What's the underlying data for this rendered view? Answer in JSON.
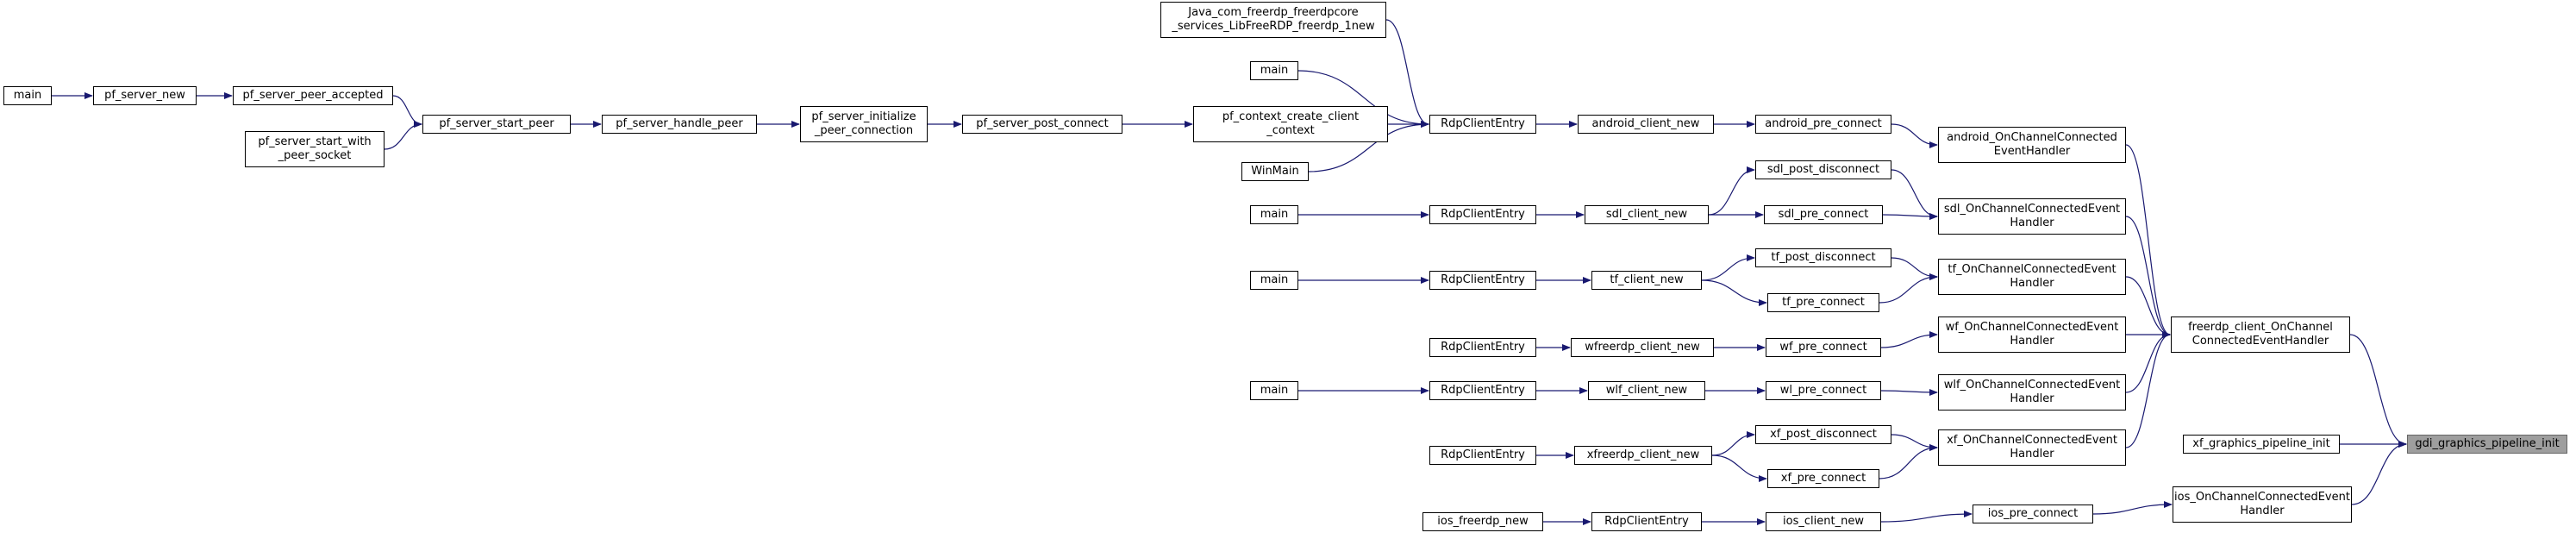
{
  "colors": {
    "edge": "#191970",
    "root_fill": "#9e9e9e",
    "node_border": "#000000"
  },
  "nodes": [
    {
      "id": "root",
      "lines": [
        "gdi_graphics_pipeline_init"
      ]
    },
    {
      "id": "freerdp",
      "lines": [
        "freerdp_client_OnChannel",
        "ConnectedEventHandler"
      ]
    },
    {
      "id": "xf_gpi",
      "lines": [
        "xf_graphics_pipeline_init"
      ]
    },
    {
      "id": "ios_occ",
      "lines": [
        "ios_OnChannelConnectedEvent",
        "Handler"
      ]
    },
    {
      "id": "android_occ",
      "lines": [
        "android_OnChannelConnected",
        "EventHandler"
      ]
    },
    {
      "id": "sdl_occ",
      "lines": [
        "sdl_OnChannelConnectedEvent",
        "Handler"
      ]
    },
    {
      "id": "tf_occ",
      "lines": [
        "tf_OnChannelConnectedEvent",
        "Handler"
      ]
    },
    {
      "id": "wf_occ",
      "lines": [
        "wf_OnChannelConnectedEvent",
        "Handler"
      ]
    },
    {
      "id": "wlf_occ",
      "lines": [
        "wlf_OnChannelConnectedEvent",
        "Handler"
      ]
    },
    {
      "id": "xf_occ",
      "lines": [
        "xf_OnChannelConnectedEvent",
        "Handler"
      ]
    },
    {
      "id": "android_pre",
      "lines": [
        "android_pre_connect"
      ]
    },
    {
      "id": "android_new",
      "lines": [
        "android_client_new"
      ]
    },
    {
      "id": "rce_android",
      "lines": [
        "RdpClientEntry"
      ]
    },
    {
      "id": "java",
      "lines": [
        "Java_com_freerdp_freerdpcore",
        "_services_LibFreeRDP_freerdp_1new"
      ]
    },
    {
      "id": "main_a",
      "lines": [
        "main"
      ]
    },
    {
      "id": "pf_ctx",
      "lines": [
        "pf_context_create_client",
        "_context"
      ]
    },
    {
      "id": "winmain",
      "lines": [
        "WinMain"
      ]
    },
    {
      "id": "pf_post",
      "lines": [
        "pf_server_post_connect"
      ]
    },
    {
      "id": "pf_init",
      "lines": [
        "pf_server_initialize",
        "_peer_connection"
      ]
    },
    {
      "id": "pf_handle",
      "lines": [
        "pf_server_handle_peer"
      ]
    },
    {
      "id": "pf_start",
      "lines": [
        "pf_server_start_peer"
      ]
    },
    {
      "id": "pf_accepted",
      "lines": [
        "pf_server_peer_accepted"
      ]
    },
    {
      "id": "pf_socket",
      "lines": [
        "pf_server_start_with",
        "_peer_socket"
      ]
    },
    {
      "id": "pf_new",
      "lines": [
        "pf_server_new"
      ]
    },
    {
      "id": "main_pf",
      "lines": [
        "main"
      ]
    },
    {
      "id": "sdl_postd",
      "lines": [
        "sdl_post_disconnect"
      ]
    },
    {
      "id": "sdl_pre",
      "lines": [
        "sdl_pre_connect"
      ]
    },
    {
      "id": "sdl_new",
      "lines": [
        "sdl_client_new"
      ]
    },
    {
      "id": "rce_sdl",
      "lines": [
        "RdpClientEntry"
      ]
    },
    {
      "id": "main_sdl",
      "lines": [
        "main"
      ]
    },
    {
      "id": "tf_postd",
      "lines": [
        "tf_post_disconnect"
      ]
    },
    {
      "id": "tf_pre",
      "lines": [
        "tf_pre_connect"
      ]
    },
    {
      "id": "tf_new",
      "lines": [
        "tf_client_new"
      ]
    },
    {
      "id": "rce_tf",
      "lines": [
        "RdpClientEntry"
      ]
    },
    {
      "id": "main_tf",
      "lines": [
        "main"
      ]
    },
    {
      "id": "wf_pre",
      "lines": [
        "wf_pre_connect"
      ]
    },
    {
      "id": "wfreerdp_new",
      "lines": [
        "wfreerdp_client_new"
      ]
    },
    {
      "id": "rce_wf",
      "lines": [
        "RdpClientEntry"
      ]
    },
    {
      "id": "wl_pre",
      "lines": [
        "wl_pre_connect"
      ]
    },
    {
      "id": "wlf_new",
      "lines": [
        "wlf_client_new"
      ]
    },
    {
      "id": "rce_wlf",
      "lines": [
        "RdpClientEntry"
      ]
    },
    {
      "id": "main_wlf",
      "lines": [
        "main"
      ]
    },
    {
      "id": "xf_postd",
      "lines": [
        "xf_post_disconnect"
      ]
    },
    {
      "id": "xf_pre",
      "lines": [
        "xf_pre_connect"
      ]
    },
    {
      "id": "xfreerdp_new",
      "lines": [
        "xfreerdp_client_new"
      ]
    },
    {
      "id": "rce_xf",
      "lines": [
        "RdpClientEntry"
      ]
    },
    {
      "id": "ios_pre",
      "lines": [
        "ios_pre_connect"
      ]
    },
    {
      "id": "ios_new",
      "lines": [
        "ios_client_new"
      ]
    },
    {
      "id": "rce_ios",
      "lines": [
        "RdpClientEntry"
      ]
    },
    {
      "id": "ios_freerdp_new",
      "lines": [
        "ios_freerdp_new"
      ]
    }
  ],
  "edges": [
    [
      "freerdp",
      "root"
    ],
    [
      "xf_gpi",
      "root"
    ],
    [
      "ios_occ",
      "root"
    ],
    [
      "android_occ",
      "freerdp"
    ],
    [
      "sdl_occ",
      "freerdp"
    ],
    [
      "tf_occ",
      "freerdp"
    ],
    [
      "wf_occ",
      "freerdp"
    ],
    [
      "wlf_occ",
      "freerdp"
    ],
    [
      "xf_occ",
      "freerdp"
    ],
    [
      "android_pre",
      "android_occ"
    ],
    [
      "android_new",
      "android_pre"
    ],
    [
      "rce_android",
      "android_new"
    ],
    [
      "java",
      "rce_android"
    ],
    [
      "main_a",
      "rce_android"
    ],
    [
      "pf_ctx",
      "rce_android"
    ],
    [
      "winmain",
      "rce_android"
    ],
    [
      "pf_post",
      "pf_ctx"
    ],
    [
      "pf_init",
      "pf_post"
    ],
    [
      "pf_handle",
      "pf_init"
    ],
    [
      "pf_start",
      "pf_handle"
    ],
    [
      "pf_accepted",
      "pf_start"
    ],
    [
      "pf_socket",
      "pf_start"
    ],
    [
      "pf_new",
      "pf_accepted"
    ],
    [
      "main_pf",
      "pf_new"
    ],
    [
      "sdl_postd",
      "sdl_occ"
    ],
    [
      "sdl_pre",
      "sdl_occ"
    ],
    [
      "sdl_new",
      "sdl_postd"
    ],
    [
      "sdl_new",
      "sdl_pre"
    ],
    [
      "rce_sdl",
      "sdl_new"
    ],
    [
      "main_sdl",
      "rce_sdl"
    ],
    [
      "tf_postd",
      "tf_occ"
    ],
    [
      "tf_pre",
      "tf_occ"
    ],
    [
      "tf_new",
      "tf_postd"
    ],
    [
      "tf_new",
      "tf_pre"
    ],
    [
      "rce_tf",
      "tf_new"
    ],
    [
      "main_tf",
      "rce_tf"
    ],
    [
      "wf_pre",
      "wf_occ"
    ],
    [
      "wfreerdp_new",
      "wf_pre"
    ],
    [
      "rce_wf",
      "wfreerdp_new"
    ],
    [
      "wl_pre",
      "wlf_occ"
    ],
    [
      "wlf_new",
      "wl_pre"
    ],
    [
      "rce_wlf",
      "wlf_new"
    ],
    [
      "main_wlf",
      "rce_wlf"
    ],
    [
      "xf_postd",
      "xf_occ"
    ],
    [
      "xf_pre",
      "xf_occ"
    ],
    [
      "xfreerdp_new",
      "xf_postd"
    ],
    [
      "xfreerdp_new",
      "xf_pre"
    ],
    [
      "rce_xf",
      "xfreerdp_new"
    ],
    [
      "ios_pre",
      "ios_occ"
    ],
    [
      "ios_new",
      "ios_pre"
    ],
    [
      "rce_ios",
      "ios_new"
    ],
    [
      "ios_freerdp_new",
      "rce_ios"
    ]
  ]
}
